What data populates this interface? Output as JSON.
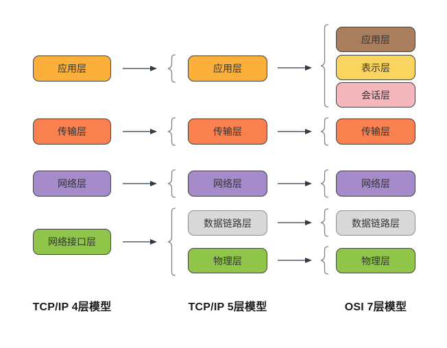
{
  "diagram": {
    "columns": [
      {
        "label": "TCP/IP 4层模型",
        "boxes": [
          {
            "label": "应用层",
            "fill": "#FBB03C"
          },
          {
            "label": "传输层",
            "fill": "#F8814F"
          },
          {
            "label": "网络层",
            "fill": "#A58BC9"
          },
          {
            "label": "网络接口层",
            "fill": "#8FC64A"
          }
        ]
      },
      {
        "label": "TCP/IP 5层模型",
        "boxes": [
          {
            "label": "应用层",
            "fill": "#FBB03C"
          },
          {
            "label": "传输层",
            "fill": "#F8814F"
          },
          {
            "label": "网络层",
            "fill": "#A58BC9"
          },
          {
            "label": "数据链路层",
            "fill": "#D9D9D9"
          },
          {
            "label": "物理层",
            "fill": "#8FC64A"
          }
        ]
      },
      {
        "label": "OSI 7层模型",
        "boxes": [
          {
            "label": "应用层",
            "fill": "#A97E5F"
          },
          {
            "label": "表示层",
            "fill": "#F9D45F"
          },
          {
            "label": "会话层",
            "fill": "#F3B7BC"
          },
          {
            "label": "传输层",
            "fill": "#F8814F"
          },
          {
            "label": "网络层",
            "fill": "#A58BC9"
          },
          {
            "label": "数据链路层",
            "fill": "#D9D9D9"
          },
          {
            "label": "物理层",
            "fill": "#8FC64A"
          }
        ]
      }
    ],
    "colors": {
      "background": "#FFFFFF",
      "box_border": "#404040",
      "gray_box_border": "#8D8D8D",
      "box_text": "#333333",
      "label_text": "#1A1A1A",
      "arrow": "#2F3B46",
      "brace": "#78838E"
    }
  }
}
